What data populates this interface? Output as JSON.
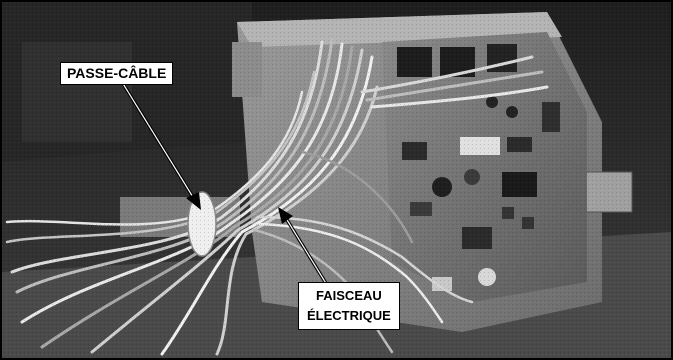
{
  "photo": {
    "subject": "wiring-harness-photo",
    "frame_color": "#000000",
    "label_background": "#ffffff"
  },
  "labels": {
    "grommet": "PASSE-CÂBLE",
    "harness_line1": "FAISCEAU",
    "harness_line2": "ÉLECTRIQUE"
  }
}
